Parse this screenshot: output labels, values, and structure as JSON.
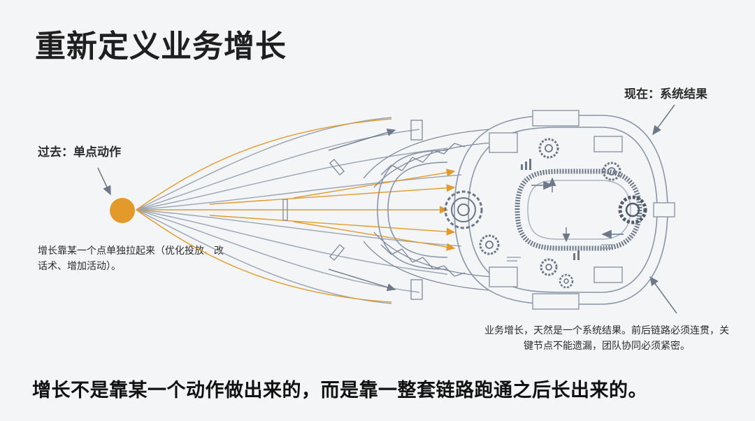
{
  "header": {
    "title": "重新定义业务增长"
  },
  "past": {
    "label": "过去：单点动作",
    "description": "增长靠某一个点单独拉起来（优化投放、改话术、增加活动）。"
  },
  "now": {
    "label": "现在：系统结果",
    "description": "业务增长，天然是一个系统结果。前后链路必须连贯，关键节点不能遗漏，团队协同必须紧密。"
  },
  "footer": {
    "text": "增长不是靠某一个动作做出来的，而是靠一整套链路跑通之后长出来的。"
  },
  "colors": {
    "background": "#f3f5f7",
    "accent_orange": "#e39a2a",
    "line_gray": "#8a96a6",
    "dark_gray": "#5c6776"
  }
}
